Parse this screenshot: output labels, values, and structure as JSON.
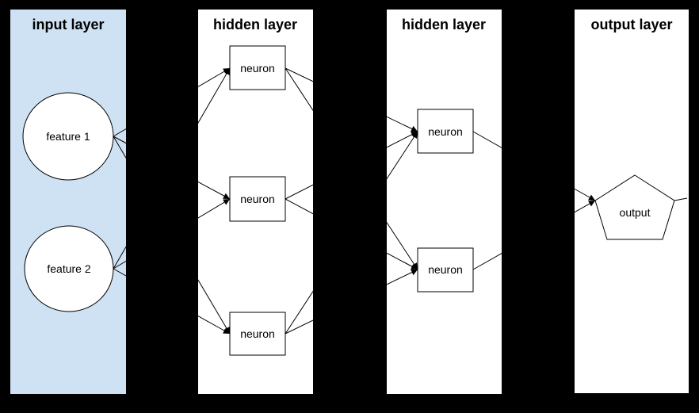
{
  "colors": {
    "background": "#000000",
    "panel_input": "#cfe2f3",
    "panel_default": "#ffffff",
    "stroke": "#000000"
  },
  "panels": [
    {
      "id": "input",
      "title": "input layer"
    },
    {
      "id": "hidden1",
      "title": "hidden layer"
    },
    {
      "id": "hidden2",
      "title": "hidden layer"
    },
    {
      "id": "output",
      "title": "output layer"
    }
  ],
  "nodes": [
    {
      "id": "feature1",
      "label": "feature 1",
      "shape": "ellipse",
      "panel": "input"
    },
    {
      "id": "feature2",
      "label": "feature 2",
      "shape": "ellipse",
      "panel": "input"
    },
    {
      "id": "h1n1",
      "label": "neuron",
      "shape": "rect",
      "panel": "hidden1"
    },
    {
      "id": "h1n2",
      "label": "neuron",
      "shape": "rect",
      "panel": "hidden1"
    },
    {
      "id": "h1n3",
      "label": "neuron",
      "shape": "rect",
      "panel": "hidden1"
    },
    {
      "id": "h2n1",
      "label": "neuron",
      "shape": "rect",
      "panel": "hidden2"
    },
    {
      "id": "h2n2",
      "label": "neuron",
      "shape": "rect",
      "panel": "hidden2"
    },
    {
      "id": "output",
      "label": "output",
      "shape": "pentagon",
      "panel": "output"
    }
  ],
  "edges": [
    {
      "from": "feature1",
      "to": "h1n1"
    },
    {
      "from": "feature1",
      "to": "h1n2"
    },
    {
      "from": "feature1",
      "to": "h1n3"
    },
    {
      "from": "feature2",
      "to": "h1n1"
    },
    {
      "from": "feature2",
      "to": "h1n2"
    },
    {
      "from": "feature2",
      "to": "h1n3"
    },
    {
      "from": "h1n1",
      "to": "h2n1"
    },
    {
      "from": "h1n1",
      "to": "h2n2"
    },
    {
      "from": "h1n2",
      "to": "h2n1"
    },
    {
      "from": "h1n2",
      "to": "h2n2"
    },
    {
      "from": "h1n3",
      "to": "h2n1"
    },
    {
      "from": "h1n3",
      "to": "h2n2"
    },
    {
      "from": "h2n1",
      "to": "output"
    },
    {
      "from": "h2n2",
      "to": "output"
    }
  ]
}
